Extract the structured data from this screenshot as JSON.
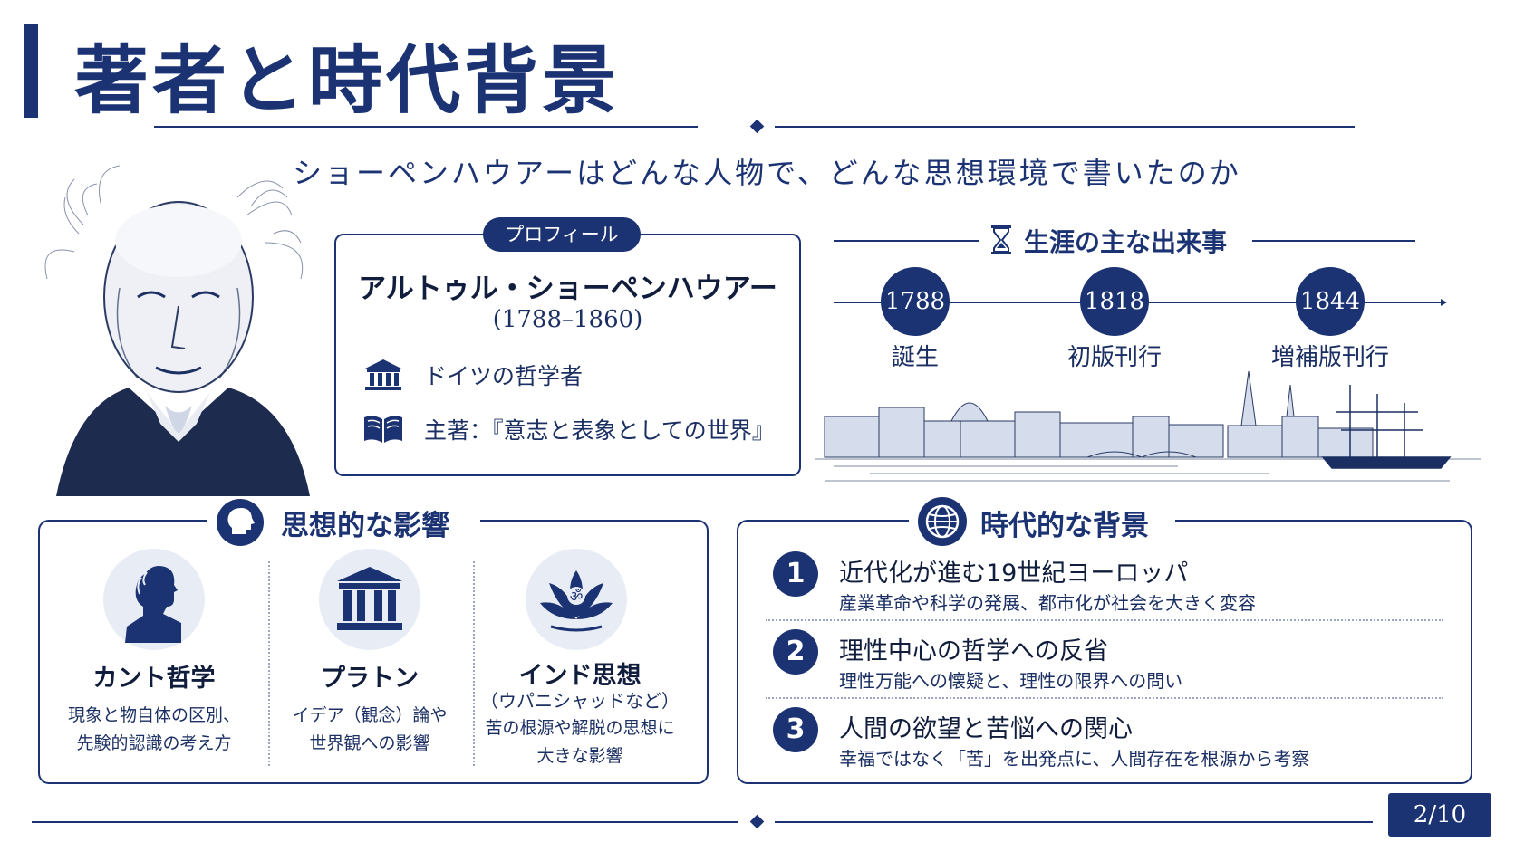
{
  "title": "著者と時代背景",
  "subtitle": "ショーペンハウアーはどんな人物で、どんな思想環境で書いたのか",
  "profile": {
    "tag": "プロフィール",
    "name": "アルトゥル・ショーペンハウアー",
    "years": "(1788–1860)",
    "rows": [
      {
        "icon": "museum-icon",
        "text": "ドイツの哲学者"
      },
      {
        "icon": "book-icon",
        "text": "主著：『意志と表象としての世界』"
      }
    ]
  },
  "timeline": {
    "title": "生涯の主な出来事",
    "icon": "hourglass-icon",
    "events": [
      {
        "year": "1788",
        "label": "誕生"
      },
      {
        "year": "1818",
        "label": "初版刊行"
      },
      {
        "year": "1844",
        "label": "増補版刊行"
      }
    ]
  },
  "influences": {
    "title": "思想的な影響",
    "icon": "head-icon",
    "items": [
      {
        "icon": "kant-bust-icon",
        "title": "カント哲学",
        "subtitle": "",
        "desc": [
          "現象と物自体の区別、",
          "先験的認識の考え方"
        ]
      },
      {
        "icon": "greek-temple-icon",
        "title": "プラトン",
        "subtitle": "",
        "desc": [
          "イデア（観念）論や",
          "世界観への影響"
        ]
      },
      {
        "icon": "lotus-om-icon",
        "title": "インド思想",
        "subtitle": "（ウパニシャッドなど）",
        "desc": [
          "苦の根源や解脱の思想に",
          "大きな影響"
        ]
      }
    ]
  },
  "background": {
    "title": "時代的な背景",
    "icon": "globe-icon",
    "items": [
      {
        "num": "1",
        "title": "近代化が進む19世紀ヨーロッパ",
        "desc": "産業革命や科学の発展、都市化が社会を大きく変容"
      },
      {
        "num": "2",
        "title": "理性中心の哲学への反省",
        "desc": "理性万能への懐疑と、理性の限界への問い"
      },
      {
        "num": "3",
        "title": "人間の欲望と苦悩への関心",
        "desc": "幸福ではなく「苦」を出発点に、人間存在を根源から考察"
      }
    ]
  },
  "page": "2/10",
  "colors": {
    "navy": "#1b3373",
    "light_circle": "#e8ecf5"
  }
}
